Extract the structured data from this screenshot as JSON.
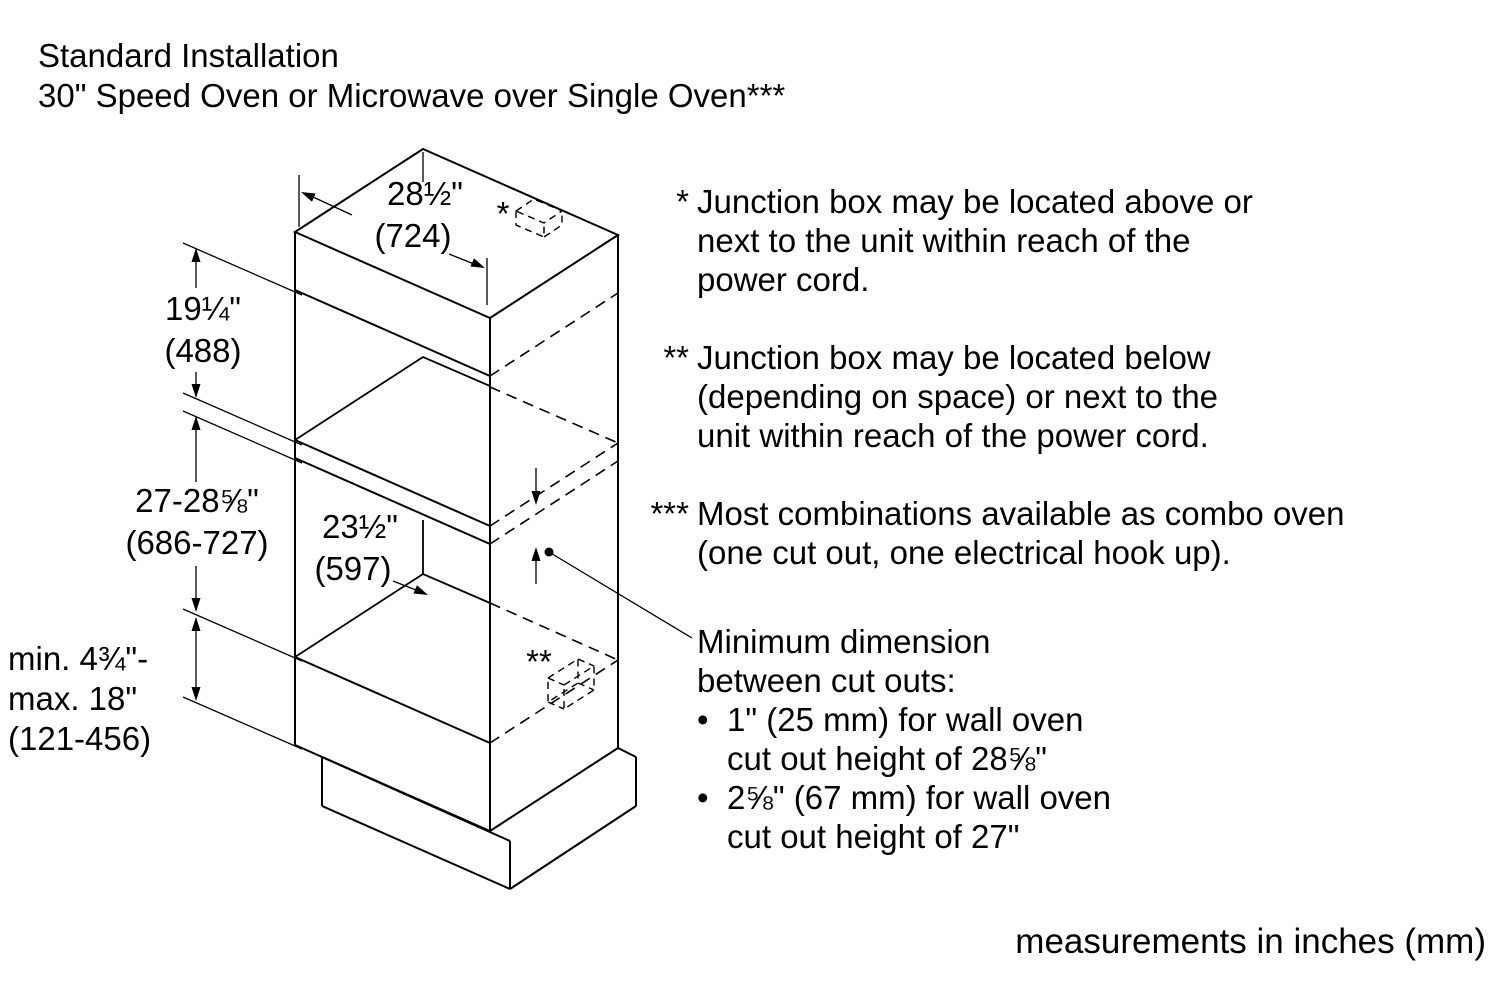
{
  "title": {
    "text": "Standard Installation\n30\" Speed Oven or Microwave over Single Oven***"
  },
  "dimensions": {
    "cutout_width": {
      "inches": "28½\"",
      "mm": "(724)"
    },
    "upper_cutout_height": {
      "inches": "19¼\"",
      "mm": "(488)"
    },
    "lower_cutout_height": {
      "inches": "27-28⅝\"",
      "mm": "(686-727)"
    },
    "cutout_depth": {
      "inches": "23½\"",
      "mm": "(597)"
    },
    "bottom_clearance": {
      "min": "min. 4¾\"-",
      "max": "max. 18\"",
      "mm": "(121-456)"
    }
  },
  "markers": {
    "junction_box_top": "*",
    "junction_box_side": "**"
  },
  "notes": [
    {
      "marker": "*",
      "text": "Junction box may be located above or\nnext to the unit within reach of the\npower cord."
    },
    {
      "marker": "**",
      "text": "Junction box may be located below\n(depending on space) or next to the\nunit within reach of the power cord."
    },
    {
      "marker": "***",
      "text": "Most combinations available as combo oven\n(one cut out, one electrical hook up)."
    }
  ],
  "min_dimension": {
    "heading": "Minimum dimension\nbetween cut outs:",
    "bullets": [
      {
        "marker": "•",
        "text": "1\" (25 mm) for wall oven\ncut out height of 28⅝\""
      },
      {
        "marker": "•",
        "text": "2⅝\" (67 mm) for wall oven\ncut out height of 27\""
      }
    ]
  },
  "footer": {
    "text": "measurements in inches (mm)"
  },
  "colors": {
    "line": "#000000",
    "background": "#ffffff",
    "text": "#000000"
  }
}
